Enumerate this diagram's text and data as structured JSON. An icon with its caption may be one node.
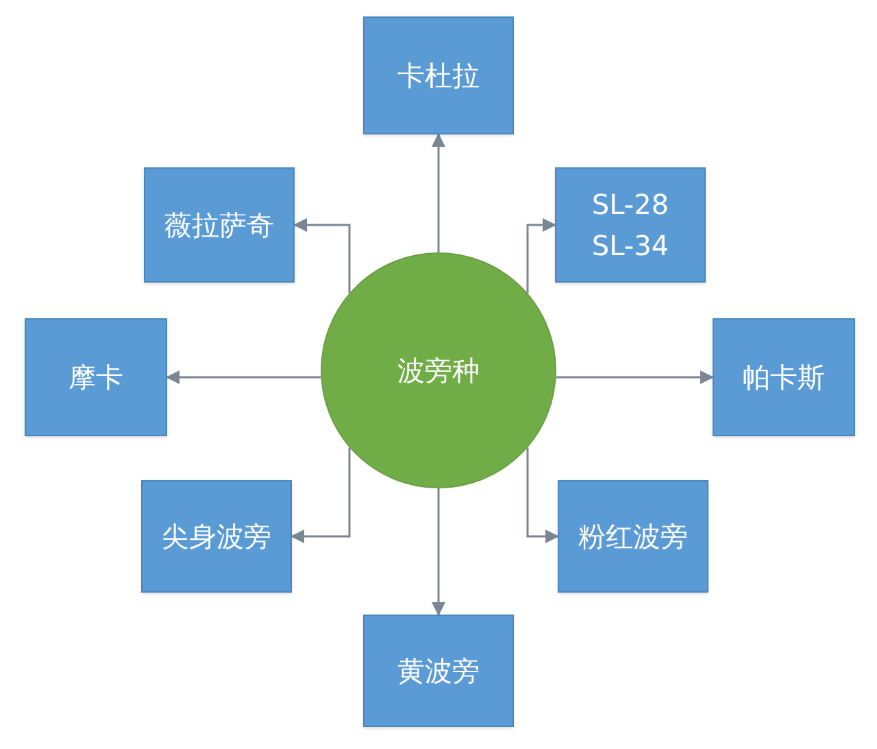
{
  "diagram": {
    "nodes": [
      {
        "text": [
          "卡杜拉"
        ]
      },
      {
        "text": [
          "薇拉萨奇"
        ]
      },
      {
        "text": [
          "SL-28",
          "SL-34"
        ]
      },
      {
        "text": [
          "摩卡"
        ]
      },
      {
        "text": [
          "波旁种"
        ]
      },
      {
        "text": [
          "帕卡斯"
        ]
      },
      {
        "text": [
          "尖身波旁"
        ]
      },
      {
        "text": [
          "粉红波旁"
        ]
      },
      {
        "text": [
          "黄波旁"
        ]
      }
    ],
    "edges": [
      {
        "from": 4,
        "to": 0,
        "arrow": "to"
      },
      {
        "from": 4,
        "to": 1,
        "arrow": "to"
      },
      {
        "from": 4,
        "to": 2,
        "arrow": "to"
      },
      {
        "from": 4,
        "to": 3,
        "arrow": "to"
      },
      {
        "from": 4,
        "to": 5,
        "arrow": "to"
      },
      {
        "from": 4,
        "to": 6,
        "arrow": "to"
      },
      {
        "from": 4,
        "to": 7,
        "arrow": "to"
      },
      {
        "from": 4,
        "to": 8,
        "arrow": "to"
      }
    ]
  }
}
